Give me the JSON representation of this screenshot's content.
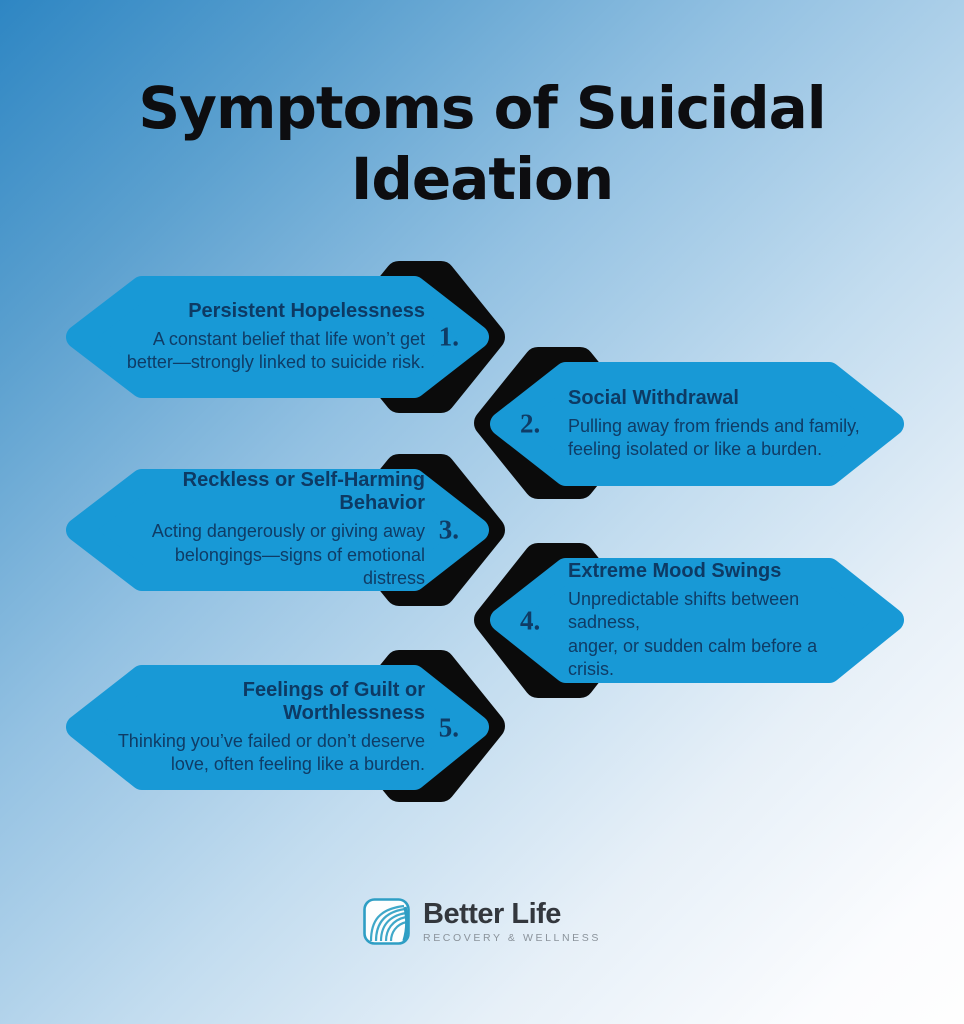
{
  "page": {
    "title_lines": [
      "Symptoms of Suicidal",
      "Ideation"
    ]
  },
  "items": [
    {
      "number": "1.",
      "title": "Persistent Hopelessness",
      "body_lines": [
        "A constant belief that life won’t get",
        "better—strongly linked to suicide risk."
      ]
    },
    {
      "number": "2.",
      "title": "Social Withdrawal",
      "body_lines": [
        "Pulling away from friends and family,",
        "feeling isolated or like a burden."
      ]
    },
    {
      "number": "3.",
      "title": "Reckless or Self-Harming Behavior",
      "body_lines": [
        "Acting dangerously or giving away",
        "belongings—signs of emotional",
        "distress"
      ]
    },
    {
      "number": "4.",
      "title": "Extreme Mood Swings",
      "body_lines": [
        "Unpredictable shifts between sadness,",
        "anger, or sudden calm before a crisis."
      ]
    },
    {
      "number": "5.",
      "title": "Feelings of Guilt or Worthlessness",
      "body_lines": [
        "Thinking you’ve failed or don’t deserve",
        "love, often feeling like a burden."
      ]
    }
  ],
  "footer_logo": {
    "brand": "Better Life",
    "tagline": "RECOVERY & WELLNESS"
  },
  "colors": {
    "background_top_left": "#2E86C3",
    "background_bottom_right": "#FEFEFE",
    "shape_blue": "#1899D6",
    "shape_shadow_black": "#0B0B0B",
    "text_navy": "#0F3C66",
    "title_black": "#0D0D10",
    "logo_teal": "#2E9EC4"
  }
}
